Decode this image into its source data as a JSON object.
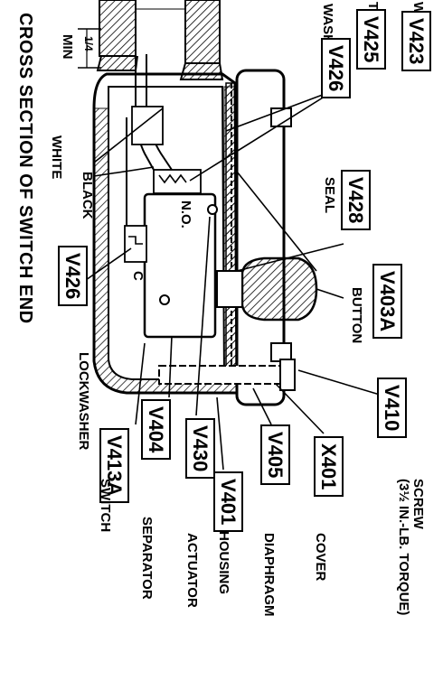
{
  "diagram": {
    "title": "CROSS SECTION OF SWITCH END",
    "min_label": "MIN",
    "min_fraction": "1/4",
    "contact_no": "N.O.",
    "contact_c": "C",
    "part_numbers": {
      "v423": "V423",
      "v425": "V425",
      "v426_top": "V426",
      "v428": "V428",
      "v403a": "V403A",
      "v410": "V410",
      "x401": "X401",
      "v405": "V405",
      "v401": "V401",
      "v430": "V430",
      "v404": "V404",
      "v413a": "V413A",
      "v426_bottom": "V426"
    },
    "labels": {
      "top_partial_w": "W",
      "top_partial_t": "T",
      "washer": "WASHER",
      "black": "BLACK",
      "white": "WHITE",
      "seal": "SEAL",
      "button": "BUTTON",
      "screw": "SCREW",
      "torque": "(3½ IN.-LB. TORQUE)",
      "cover": "COVER",
      "diaphragm": "DIAPHRAGM",
      "housing": "HOUSING",
      "actuator": "ACTUATOR",
      "separator": "SEPARATOR",
      "switch": "SWITCH",
      "lockwasher": "LOCKWASHER"
    }
  }
}
